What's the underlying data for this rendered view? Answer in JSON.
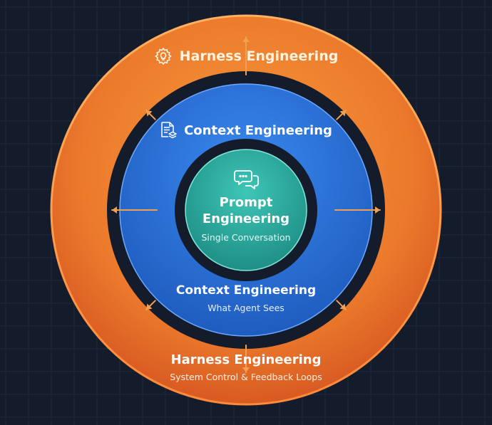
{
  "outer_ring": {
    "top_title": "Harness Engineering",
    "bottom_title": "Harness Engineering",
    "subtitle": "System Control & Feedback Loops",
    "color": "#ec7a2c",
    "icon": "gear-bulb-icon"
  },
  "middle_ring": {
    "top_title": "Context Engineering",
    "bottom_title": "Context Engineering",
    "subtitle": "What Agent Sees",
    "color": "#2f74d8",
    "icon": "document-stack-icon"
  },
  "core": {
    "title_line1": "Prompt",
    "title_line2": "Engineering",
    "subtitle": "Single Conversation",
    "color": "#2aa89c",
    "icon": "chat-bubbles-icon"
  },
  "background_color": "#141c2b",
  "arrow_color": "#f0a050"
}
